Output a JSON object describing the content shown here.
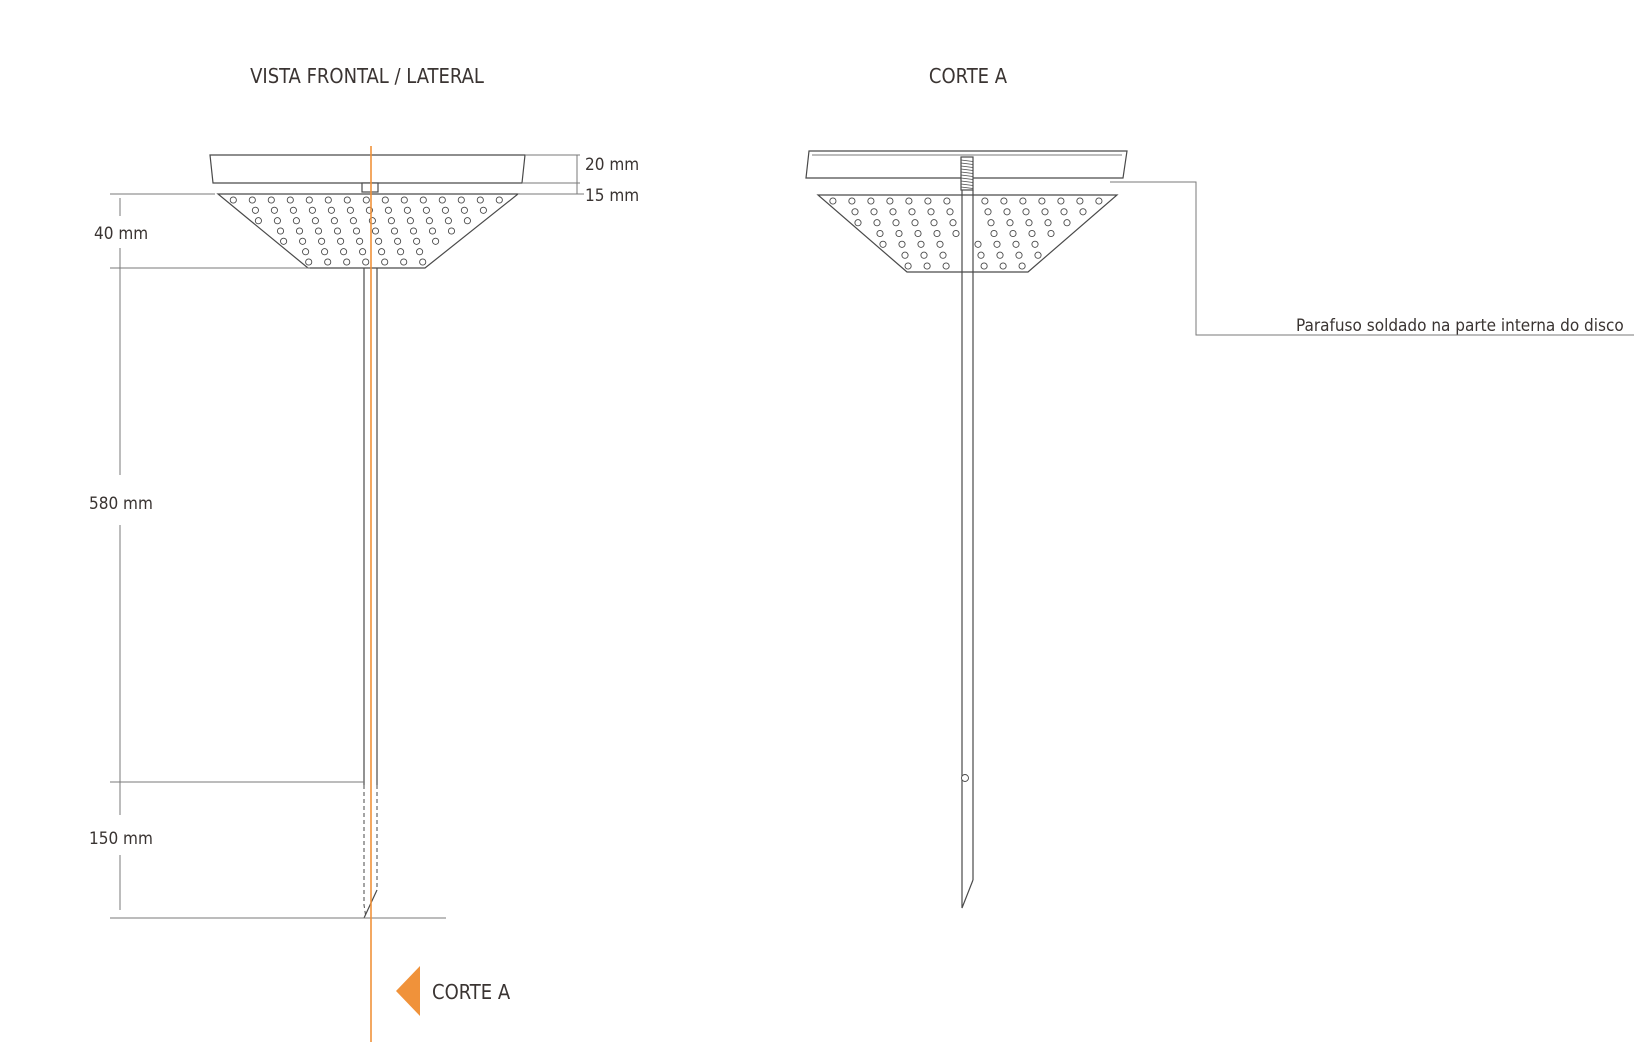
{
  "front_view": {
    "title": "VISTA FRONTAL / LATERAL",
    "dimensions": {
      "cap_height": "20 mm",
      "gap": "15 mm",
      "cone_height": "40 mm",
      "shaft_length": "580 mm",
      "tip_length": "150 mm"
    },
    "section_marker": {
      "label": "CORTE A",
      "color": "#f0923a"
    }
  },
  "section_view": {
    "title": "CORTE A",
    "callout": "Parafuso soldado na parte interna do disco"
  },
  "colors": {
    "line": "#4a4a4a",
    "text": "#3a3432",
    "accent": "#f0923a"
  }
}
